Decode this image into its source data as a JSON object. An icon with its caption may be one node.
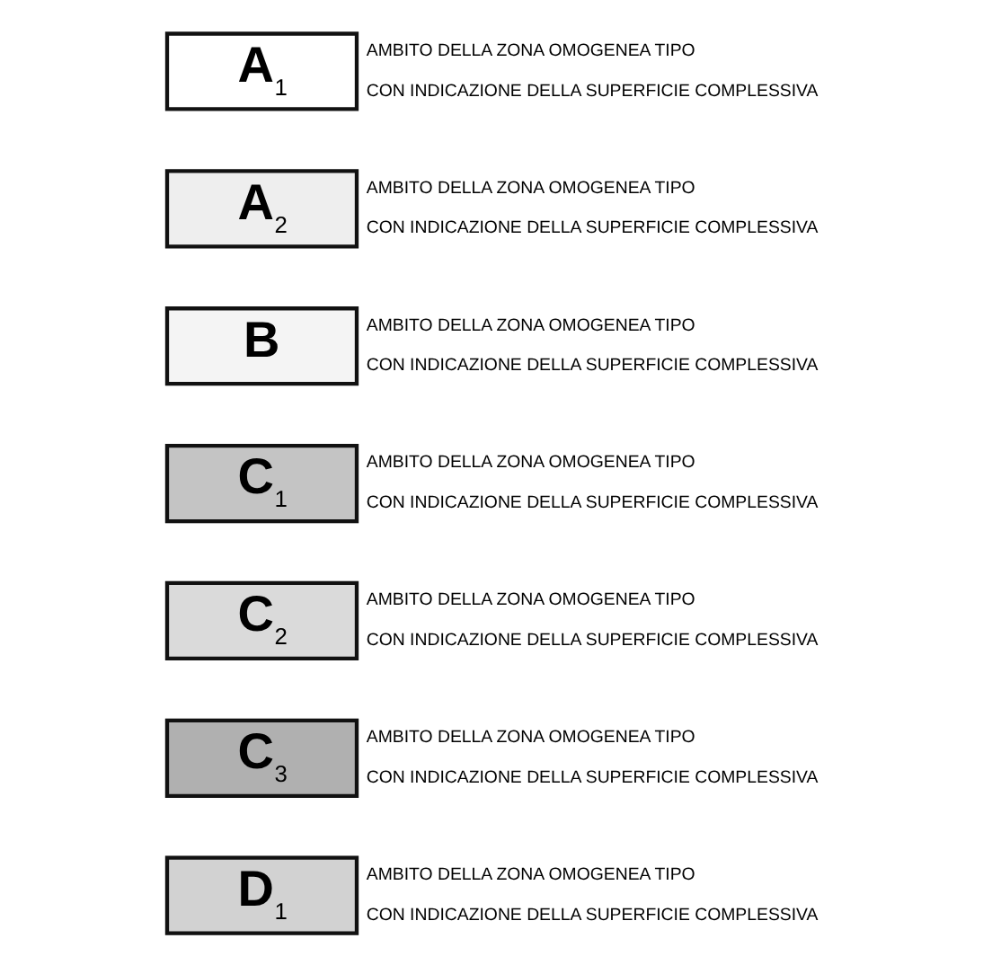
{
  "diagram": {
    "nodes": [
      {
        "text": [
          "A$_{1}$"
        ],
        "beside": [
          "AMBITO DELLA ZONA OMOGENEA TIPO CON INDICAZIONE DELLA SUPERFICIE COMPLESSIVA"
        ]
      },
      {
        "text": [
          "A$_{2}$"
        ],
        "beside": [
          "AMBITO DELLA ZONA OMOGENEA TIPO CON INDICAZIONE DELLA SUPERFICIE COMPLESSIVA"
        ]
      },
      {
        "text": [
          "B"
        ],
        "beside": [
          "AMBITO DELLA ZONA OMOGENEA TIPO CON INDICAZIONE DELLA SUPERFICIE COMPLESSIVA"
        ]
      },
      {
        "text": [
          "C$_{1}$"
        ],
        "beside": [
          "AMBITO DELLA ZONA OMOGENEA TIPO CON INDICAZIONE DELLA SUPERFICIE COMPLESSIVA"
        ]
      },
      {
        "text": [
          "C$_{2}$"
        ],
        "beside": [
          "AMBITO DELLA ZONA OMOGENEA TIPO CON INDICAZIONE DELLA SUPERFICIE COMPLESSIVA"
        ]
      },
      {
        "text": [
          "C$_{3}$"
        ],
        "beside": [
          "AMBITO DELLA ZONA OMOGENEA TIPO CON INDICAZIONE DELLA SUPERFICIE COMPLESSIVA"
        ]
      },
      {
        "text": [
          "D$_{1}$"
        ],
        "beside": [
          "AMBITO DELLA ZONA OMOGENEA TIPO CON INDICAZIONE DELLA SUPERFICIE COMPLESSIVA"
        ]
      }
    ]
  }
}
